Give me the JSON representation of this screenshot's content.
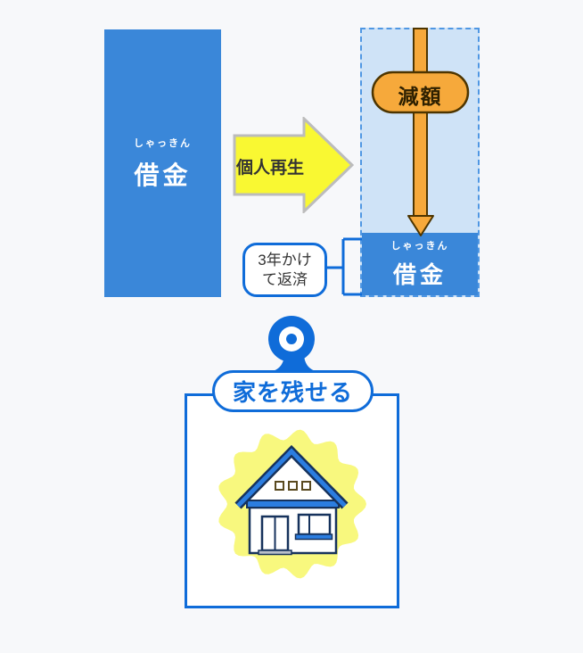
{
  "palette": {
    "background": "#f7f8fa",
    "debt_blue": "#3a87d9",
    "accent_blue": "#0f6cd9",
    "panel_light_blue": "#cfe3f7",
    "panel_dashed_border": "#4f97e3",
    "process_yellow": "#f9f832",
    "process_border_gray": "#bcbcbc",
    "reduction_orange": "#f6a93b",
    "reduction_outline": "#4d3500",
    "scallop_yellow": "#f8f87e",
    "house_outline_navy": "#16325c",
    "house_roof_blue": "#2b7de0",
    "text_dark": "#333333",
    "text_white": "#ffffff"
  },
  "diagram": {
    "debt_before": {
      "furigana": "しゃっきん",
      "label": "借金"
    },
    "process": {
      "label": "個人再生"
    },
    "reduction": {
      "label": "減額"
    },
    "debt_after": {
      "furigana": "しゃっきん",
      "label": "借金"
    },
    "repayment_note": {
      "line1": "3年かけ",
      "line2": "て返済"
    },
    "result": {
      "label": "家を残せる"
    }
  },
  "icons": {
    "process_arrow": "right-arrow-icon",
    "reduction_arrow": "down-arrow-icon",
    "bracket": "bracket-icon",
    "marker": "double-circle-icon",
    "house": "house-icon"
  }
}
